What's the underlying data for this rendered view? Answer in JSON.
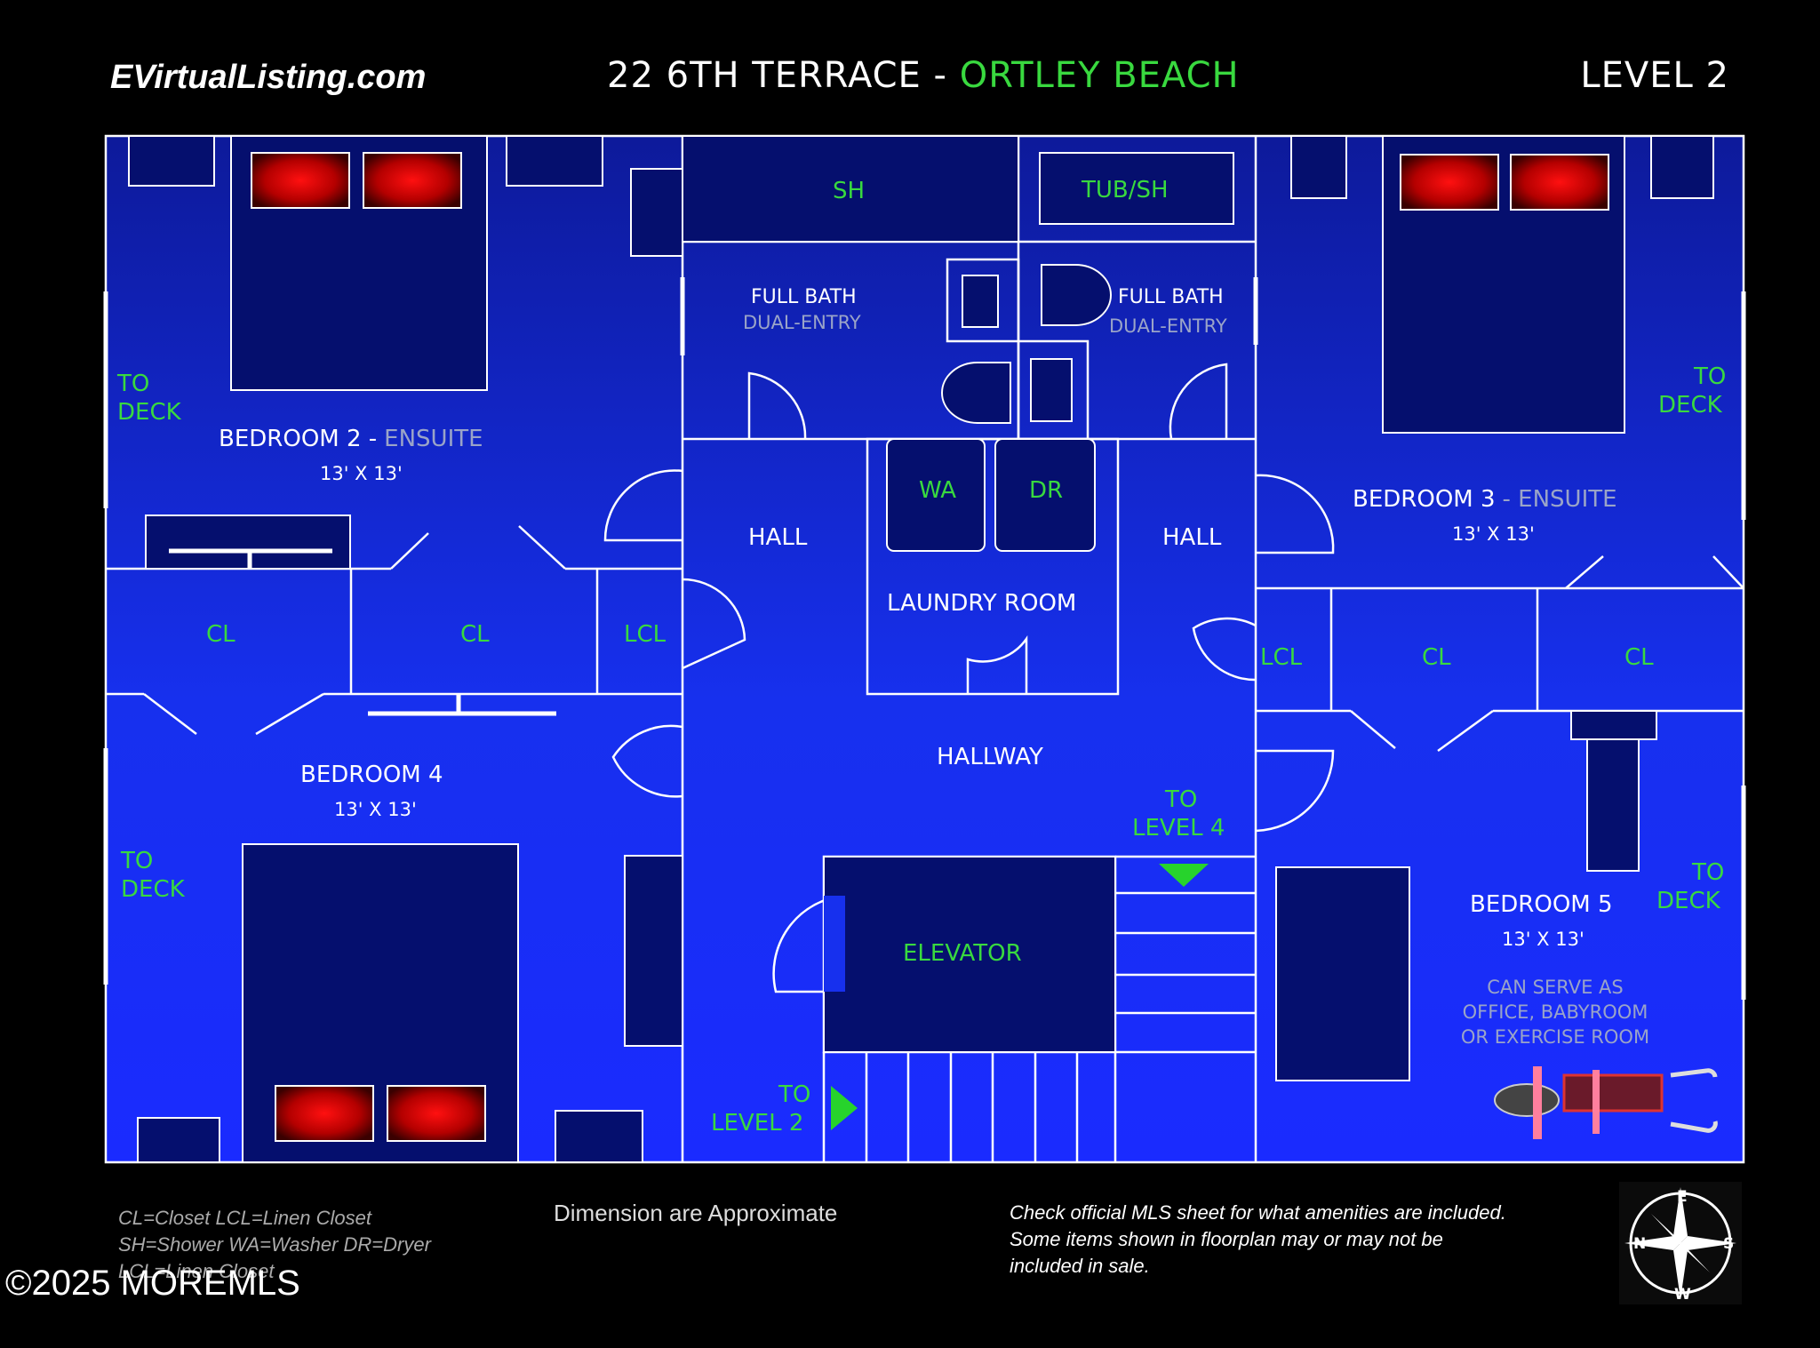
{
  "header": {
    "site": "EVirtualListing.com",
    "address": "22 6TH TERRACE -",
    "town": "ORTLEY BEACH",
    "level": "LEVEL 2"
  },
  "rooms": {
    "bedroom2": "BEDROOM 2 -",
    "bedroom2_suffix": "ENSUITE",
    "bedroom2_dim": "13' X 13'",
    "bedroom3": "BEDROOM 3",
    "bedroom3_suffix": "- ENSUITE",
    "bedroom3_dim": "13' X 13'",
    "bedroom4": "BEDROOM 4",
    "bedroom4_dim": "13' X 13'",
    "bedroom5": "BEDROOM 5",
    "bedroom5_dim": "13' X 13'",
    "bedroom5_note": [
      "CAN SERVE AS",
      "OFFICE, BABYROOM",
      "OR EXERCISE ROOM"
    ],
    "full_bath": "FULL BATH",
    "dual_entry": "DUAL-ENTRY",
    "sh": "SH",
    "tub_sh": "TUB/SH",
    "hall": "HALL",
    "wa": "WA",
    "dr": "DR",
    "laundry": "LAUNDRY ROOM",
    "hallway": "HALLWAY",
    "elevator": "ELEVATOR",
    "cl": "CL",
    "lcl": "LCL",
    "to": "TO",
    "deck": "DECK",
    "level4": "LEVEL 4",
    "level2": "LEVEL 2"
  },
  "footer": {
    "legend": [
      "CL=Closet   LCL=Linen Closet",
      "SH=Shower  WA=Washer  DR=Dryer",
      "LCL=Linen Closet"
    ],
    "approx": "Dimension are Approximate",
    "mls": "Check official MLS sheet for what amenities are included. Some items shown in floorplan may or may not be included in sale.",
    "copyright": "©2025 MOREMLS",
    "compass": {
      "n": "N",
      "e": "E",
      "s": "S",
      "w": "W"
    }
  },
  "colors": {
    "bg": "#000000",
    "floor_light": "#1a2bff",
    "floor_dark": "#0a1478",
    "furniture": "#050f6e",
    "label_green": "#39d93f",
    "label_white": "#ffffff",
    "label_grey": "#9aa4c8"
  }
}
